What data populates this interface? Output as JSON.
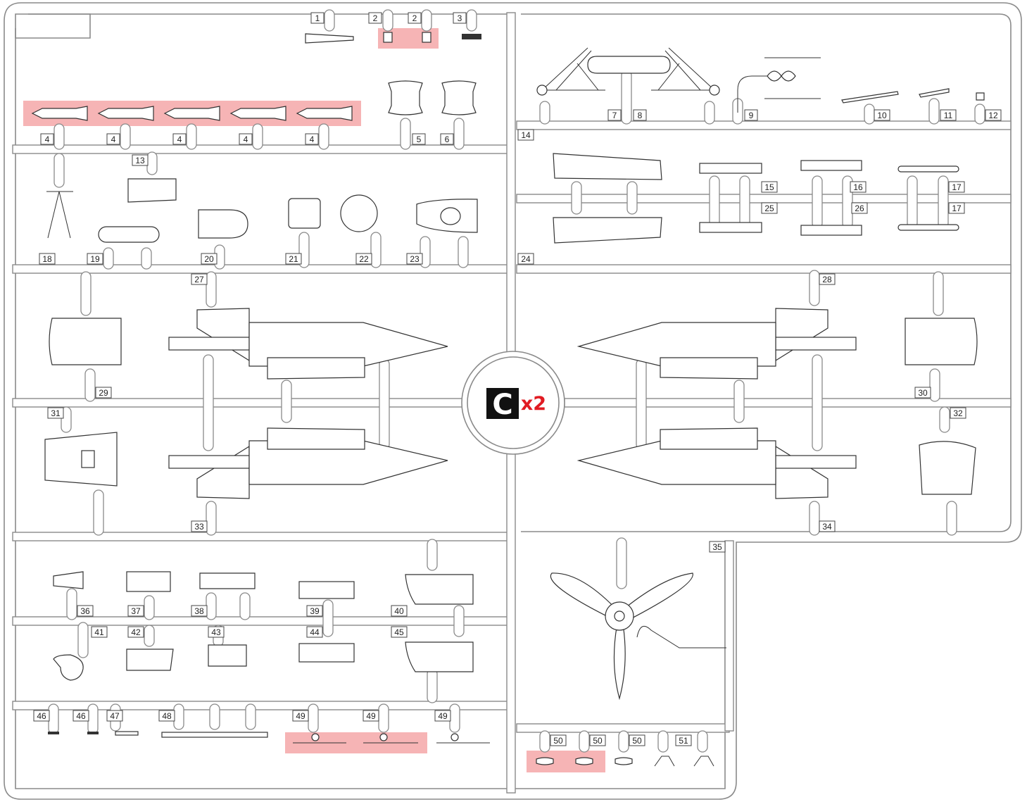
{
  "sprue": {
    "letter": "C",
    "multiplier": "x2",
    "highlight_color": "#f4a7a8",
    "multiplier_color": "#e11b22",
    "part_numbers": [
      "1",
      "2",
      "2",
      "3",
      "4",
      "4",
      "4",
      "4",
      "4",
      "5",
      "6",
      "7",
      "8",
      "9",
      "10",
      "11",
      "12",
      "13",
      "14",
      "15",
      "16",
      "17",
      "17",
      "18",
      "19",
      "20",
      "21",
      "22",
      "23",
      "24",
      "25",
      "26",
      "27",
      "28",
      "29",
      "30",
      "31",
      "32",
      "33",
      "34",
      "35",
      "36",
      "37",
      "38",
      "39",
      "40",
      "41",
      "42",
      "43",
      "44",
      "45",
      "46",
      "46",
      "47",
      "48",
      "49",
      "49",
      "49",
      "50",
      "50",
      "50",
      "51"
    ]
  }
}
